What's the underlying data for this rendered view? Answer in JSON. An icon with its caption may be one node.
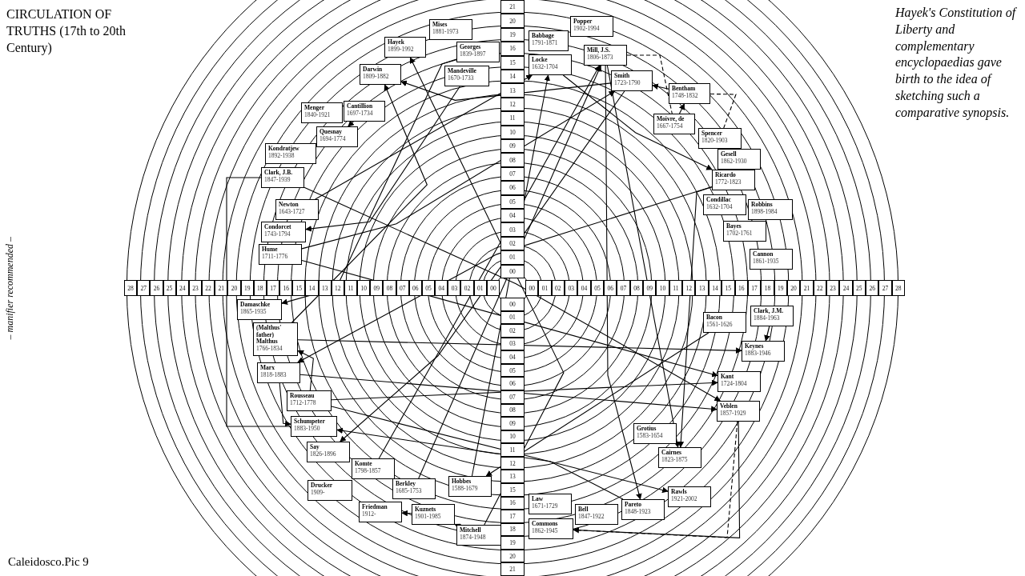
{
  "diagram": {
    "title": "CIRCULATION OF TRUTHS (17th to 20th Century)",
    "caption": "Caleidosco.Pic 9",
    "nodes": [
      {
        "text": [
          "Hayek",
          "1899-1992"
        ]
      },
      {
        "text": [
          "Mises",
          "1881-1973"
        ]
      },
      {
        "text": [
          "Georges",
          "1839-1897"
        ]
      },
      {
        "text": [
          "Babbage",
          "1791-1871"
        ]
      },
      {
        "text": [
          "Popper",
          "1902-1994"
        ]
      },
      {
        "text": [
          "Mandeville",
          "1670-1733"
        ]
      },
      {
        "text": [
          "Locke",
          "1632-1704"
        ]
      },
      {
        "text": [
          "Mill, J.S.",
          "1806-1873"
        ]
      },
      {
        "text": [
          "Darwin",
          "1809-1882"
        ]
      },
      {
        "text": [
          "Smith",
          "1723-1790"
        ]
      },
      {
        "text": [
          "Bentham",
          "1748-1832"
        ]
      },
      {
        "text": [
          "Menger",
          "1840-1921"
        ]
      },
      {
        "text": [
          "Cantillion",
          "1697-1734"
        ]
      },
      {
        "text": [
          "Moivre, de",
          "1667-1754"
        ]
      },
      {
        "text": [
          "Spencer",
          "1820-1903"
        ]
      },
      {
        "text": [
          "Quesnay",
          "1694-1774"
        ]
      },
      {
        "text": [
          "Gesell",
          "1862-1930"
        ]
      },
      {
        "text": [
          "Kondratjew",
          "1892-1938"
        ]
      },
      {
        "text": [
          "Ricardo",
          "1772-1823"
        ]
      },
      {
        "text": [
          "Clark, J.B.",
          "1847-1939"
        ]
      },
      {
        "text": [
          "Condillac",
          "1632-1704"
        ]
      },
      {
        "text": [
          "Robbins",
          "1898-1984"
        ]
      },
      {
        "text": [
          "Newton",
          "1643-1727"
        ]
      },
      {
        "text": [
          "Condorcet",
          "1743-1794"
        ]
      },
      {
        "text": [
          "Bayes",
          "1702-1761"
        ]
      },
      {
        "text": [
          "Hume",
          "1711-1776"
        ]
      },
      {
        "text": [
          "Cannon",
          "1861-1935"
        ]
      },
      {
        "text": [
          "Damaschke",
          "1865-1935"
        ]
      },
      {
        "text": [
          "Clark, J.M.",
          "1884-1963"
        ]
      },
      {
        "text": [
          "Bacon",
          "1561-1626"
        ]
      },
      {
        "text": [
          "(Malthus' father) Malthus",
          "1766-1834"
        ]
      },
      {
        "text": [
          "Keynes",
          "1883-1946"
        ]
      },
      {
        "text": [
          "Marx",
          "1818-1883"
        ]
      },
      {
        "text": [
          "Kant",
          "1724-1804"
        ]
      },
      {
        "text": [
          "Rousseau",
          "1712-1778"
        ]
      },
      {
        "text": [
          "Veblen",
          "1857-1929"
        ]
      },
      {
        "text": [
          "Schumpeter",
          "1883-1950"
        ]
      },
      {
        "text": [
          "Grotius",
          "1583-1654"
        ]
      },
      {
        "text": [
          "Say",
          "1826-1896"
        ]
      },
      {
        "text": [
          "Cairnes",
          "1823-1875"
        ]
      },
      {
        "text": [
          "Komte",
          "1798-1857"
        ]
      },
      {
        "text": [
          "Drucker",
          "1909-"
        ]
      },
      {
        "text": [
          "Berkley",
          "1685-1753"
        ]
      },
      {
        "text": [
          "Hobbes",
          "1588-1679"
        ]
      },
      {
        "text": [
          "Rawls",
          "1921-2002"
        ]
      },
      {
        "text": [
          "Law",
          "1671-1729"
        ]
      },
      {
        "text": [
          "Friedman",
          "1912-"
        ]
      },
      {
        "text": [
          "Kuznets",
          "1901-1985"
        ]
      },
      {
        "text": [
          "Bell",
          "1847-1922"
        ]
      },
      {
        "text": [
          "Pareto",
          "1848-1923"
        ]
      },
      {
        "text": [
          "Mitchell",
          "1874-1948"
        ]
      },
      {
        "text": [
          "Commons",
          "1862-1945"
        ]
      }
    ],
    "edges": [
      {
        "from": 6,
        "to": 18,
        "arrow": "to"
      },
      {
        "from": 43,
        "to": 6,
        "arrow": "to"
      },
      {
        "from": 42,
        "to": 7,
        "arrow": "to"
      },
      {
        "from": 40,
        "to": 7,
        "arrow": "to"
      },
      {
        "from": 13,
        "to": 10,
        "arrow": "to"
      },
      {
        "from": 10,
        "to": 9,
        "arrow": "to"
      },
      {
        "from": 25,
        "to": 9,
        "arrow": "to"
      },
      {
        "from": 30,
        "to": 8,
        "arrow": "to"
      },
      {
        "from": 9,
        "to": 8,
        "arrow": "to"
      },
      {
        "from": 5,
        "to": 23,
        "arrow": "to"
      },
      {
        "from": 12,
        "to": 15,
        "arrow": "to"
      },
      {
        "from": 50,
        "to": 0,
        "arrow": "to"
      },
      {
        "from": 19,
        "to": 35,
        "arrow": "to"
      },
      {
        "from": 18,
        "to": 32,
        "arrow": "to"
      },
      {
        "from": 25,
        "to": 33,
        "arrow": "to"
      },
      {
        "from": 9,
        "to": 38,
        "arrow": "to"
      },
      {
        "from": 30,
        "to": 31,
        "arrow": "to"
      },
      {
        "from": 28,
        "to": 31,
        "arrow": "to"
      },
      {
        "from": 34,
        "to": 33,
        "arrow": "to"
      },
      {
        "from": 32,
        "to": 35,
        "arrow": "to"
      },
      {
        "from": 35,
        "to": 51,
        "arrow": "to"
      },
      {
        "from": 50,
        "to": 47,
        "arrow": "to"
      },
      {
        "from": 47,
        "to": 46,
        "arrow": "to"
      },
      {
        "from": 18,
        "to": 39,
        "arrow": "to"
      },
      {
        "from": 7,
        "to": 39,
        "arrow": "to"
      },
      {
        "from": 34,
        "to": 44,
        "arrow": "to"
      },
      {
        "from": 7,
        "to": 49,
        "arrow": "to"
      },
      {
        "from": 49,
        "to": 36,
        "arrow": "to"
      },
      {
        "from": 32,
        "to": 36,
        "arrow": "to"
      },
      {
        "from": 2,
        "to": 27,
        "arrow": "to"
      },
      {
        "from": 34,
        "to": 30,
        "arrow": "to"
      },
      {
        "from": 22,
        "to": 6,
        "arrow": "to"
      },
      {
        "from": 29,
        "to": 43,
        "arrow": "to"
      },
      {
        "from": 7,
        "to": 13,
        "arrow": "none",
        "style": "dashed"
      },
      {
        "from": 10,
        "to": 14,
        "arrow": "none",
        "style": "dashed"
      },
      {
        "from": 35,
        "to": 51,
        "arrow": "none",
        "style": "dashed"
      },
      {
        "from": 19,
        "to": 36,
        "arrow": "none"
      }
    ],
    "labels": [
      "Hayek's Constitution of Liberty and complementary encyclopaedias gave birth to the idea of sketching such a comparative synopsis.",
      "– manifier recommended –",
      "28",
      "27",
      "26",
      "25",
      "24",
      "23",
      "22",
      "21",
      "20",
      "19",
      "18",
      "17",
      "16",
      "15",
      "14",
      "13",
      "12",
      "11",
      "10",
      "09",
      "08",
      "07",
      "06",
      "05",
      "04",
      "03",
      "02",
      "01",
      "00",
      "00",
      "01",
      "02",
      "03",
      "04",
      "05",
      "06",
      "07",
      "08",
      "09",
      "10",
      "11",
      "12",
      "13",
      "14",
      "15",
      "16",
      "17",
      "18",
      "19",
      "20",
      "21",
      "22",
      "23",
      "24",
      "25",
      "26",
      "27",
      "28",
      "21",
      "20",
      "19",
      "16",
      "15",
      "14",
      "13",
      "12",
      "11",
      "10",
      "09",
      "08",
      "07",
      "06",
      "05",
      "04",
      "03",
      "02",
      "01",
      "00",
      "00",
      "01",
      "02",
      "03",
      "04",
      "05",
      "06",
      "07",
      "08",
      "09",
      "10",
      "11",
      "12",
      "13",
      "15",
      "16",
      "17",
      "18",
      "19",
      "20",
      "21"
    ]
  }
}
